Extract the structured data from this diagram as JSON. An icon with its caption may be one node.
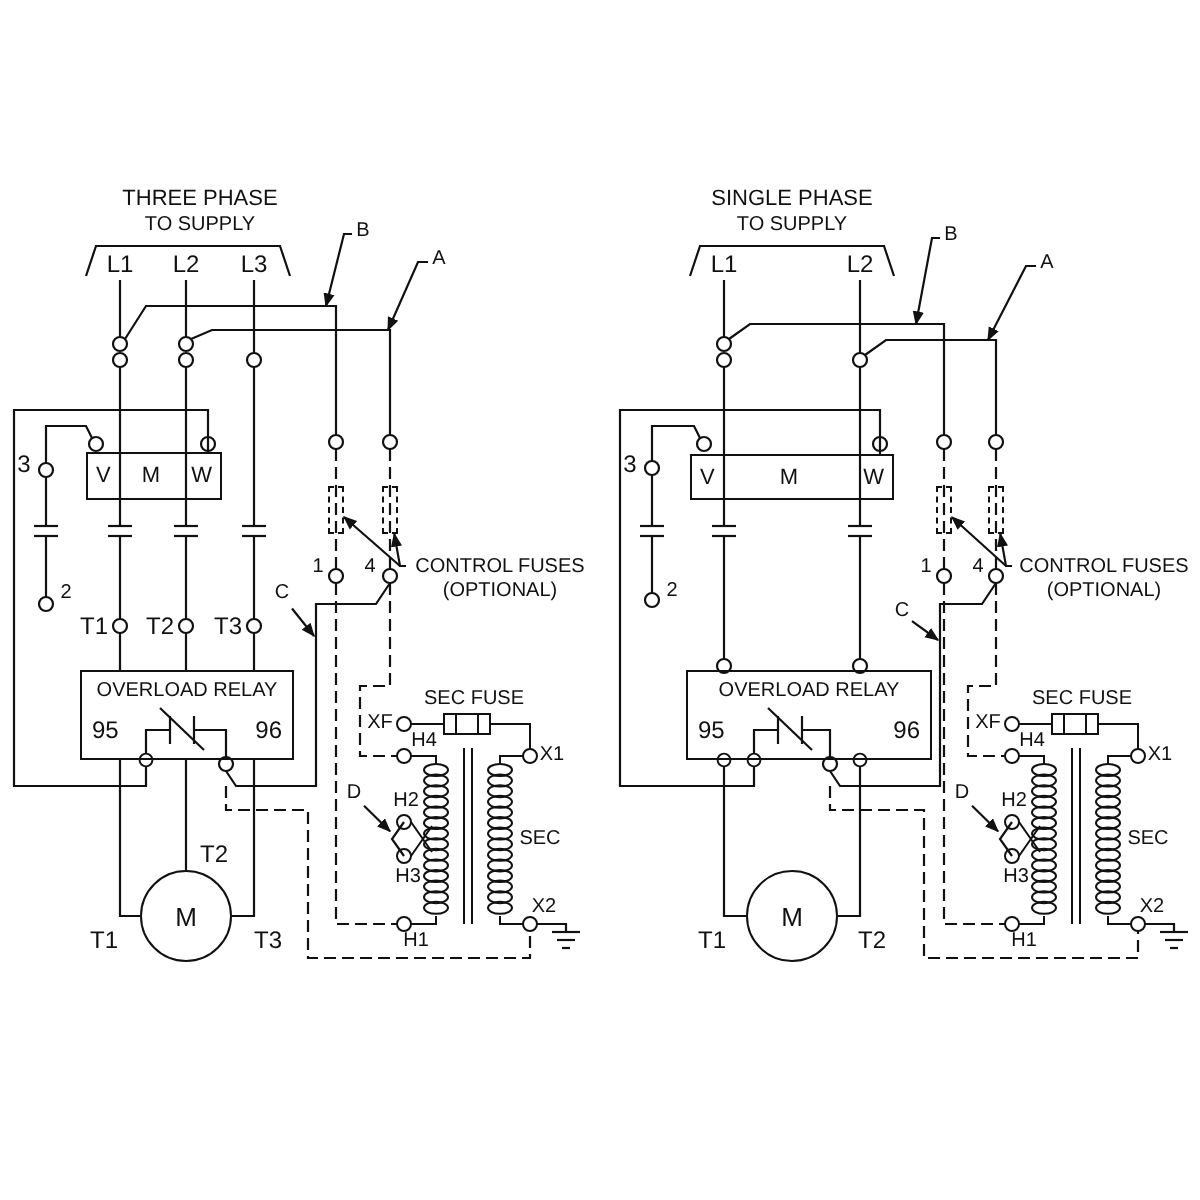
{
  "diagram": {
    "nodes": [
      {
        "text": [
          "A"
        ]
      },
      {
        "text": [
          "B"
        ]
      },
      {
        "text": [
          "V",
          "M",
          "W"
        ]
      },
      {
        "text": [],
        "shape": "box"
      },
      {
        "text": [],
        "shape": "box"
      },
      {
        "text": [
          "CONTROL FUSES (OPTIONAL)"
        ]
      },
      {
        "text": [
          "C"
        ]
      },
      {
        "text": [
          "OVERLOAD RELAY",
          "95",
          "96"
        ]
      },
      {
        "text": [
          "D"
        ]
      },
      {
        "text": [
          "M"
        ],
        "beside": [
          "T2",
          "T1",
          "T3"
        ]
      },
      {
        "text": [
          "A"
        ]
      },
      {
        "text": [
          "B"
        ]
      },
      {
        "text": [
          "V",
          "M",
          "W"
        ]
      },
      {
        "text": [],
        "shape": "box"
      },
      {
        "text": [],
        "shape": "box"
      },
      {
        "text": [
          "CONTROL FUSES (OPTIONAL)"
        ]
      },
      {
        "text": [
          "C"
        ]
      },
      {
        "text": [
          "OVERLOAD RELAY",
          "95",
          "96"
        ]
      },
      {
        "text": [
          "D"
        ]
      },
      {
        "text": [
          "M"
        ],
        "beside": [
          "T1",
          "T2"
        ]
      },
      {
        "text": [],
        "shape": "link"
      },
      {
        "text": [],
        "shape": "link"
      }
    ],
    "edges": [
      {
        "from": 0,
        "to": null,
        "arrow": "to"
      },
      {
        "from": 1,
        "to": null,
        "arrow": "to"
      },
      {
        "from": 5,
        "to": 3,
        "arrow": "to"
      },
      {
        "from": 5,
        "to": 4,
        "arrow": "to"
      },
      {
        "from": 6,
        "to": null,
        "arrow": "to"
      },
      {
        "from": 8,
        "to": 20,
        "arrow": "to"
      },
      {
        "from": 7,
        "to": 9,
        "arrow": "none"
      },
      {
        "from": 7,
        "to": 9,
        "arrow": "none"
      },
      {
        "from": 7,
        "to": 9,
        "arrow": "none"
      },
      {
        "from": 10,
        "to": null,
        "arrow": "to"
      },
      {
        "from": 11,
        "to": null,
        "arrow": "to"
      },
      {
        "from": 15,
        "to": 13,
        "arrow": "to"
      },
      {
        "from": 15,
        "to": 14,
        "arrow": "to"
      },
      {
        "from": 16,
        "to": null,
        "arrow": "to"
      },
      {
        "from": 18,
        "to": 21,
        "arrow": "to"
      },
      {
        "from": 17,
        "to": 19,
        "arrow": "other"
      },
      {
        "from": 17,
        "to": 19,
        "arrow": "other"
      },
      {
        "from": 7,
        "to": 2,
        "arrow": "other"
      },
      {
        "from": 17,
        "to": 12,
        "arrow": "other"
      }
    ],
    "labels": [
      "THREE PHASE",
      "TO SUPPLY",
      "L1",
      "L2",
      "L3",
      "3",
      "2",
      "T1",
      "T2",
      "T3",
      "1",
      "4",
      "XF",
      "SEC FUSE",
      "H4",
      "X1",
      "H2",
      "H3",
      "SEC",
      "H1",
      "X2",
      "SINGLE PHASE",
      "TO SUPPLY",
      "L1",
      "L2",
      "3",
      "2",
      "1",
      "4",
      "XF",
      "SEC FUSE",
      "H4",
      "X1",
      "H2",
      "H3",
      "SEC",
      "H1",
      "X2"
    ]
  }
}
